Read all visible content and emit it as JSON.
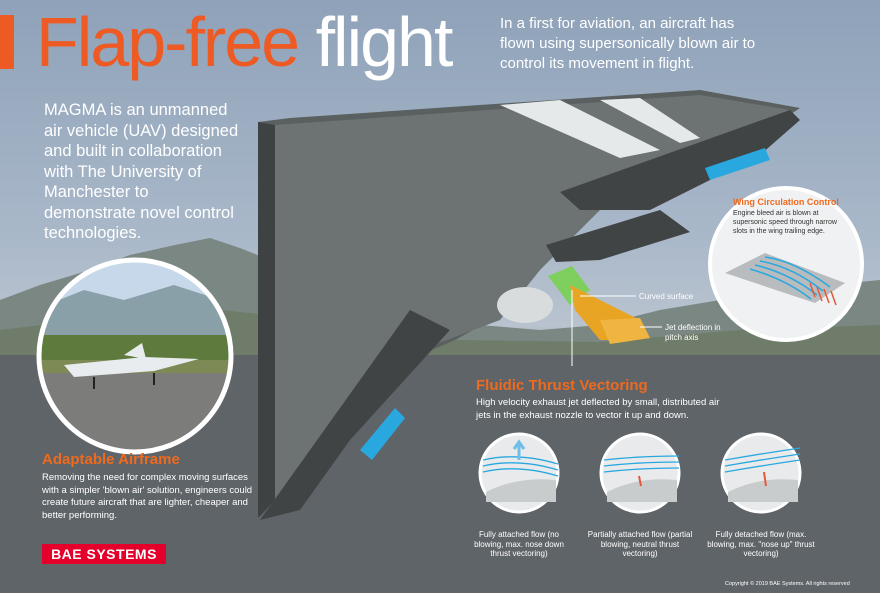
{
  "header": {
    "title_part1": "Flap-free",
    "title_part2": "flight",
    "intro": "In a first for aviation, an aircraft has flown using supersonically blown air to control its movement in flight."
  },
  "magma_text": "MAGMA is an unmanned air vehicle (UAV) designed and built in collaboration with The University of Manchester to demonstrate novel control technologies.",
  "adaptable": {
    "heading": "Adaptable Airframe",
    "body": "Removing the need for complex moving surfaces with a simpler 'blown air' solution, engineers could create future aircraft that are lighter, cheaper and better performing."
  },
  "wing_circulation": {
    "heading": "Wing Circulation Control",
    "body": "Engine bleed air is blown at supersonic speed through narrow slots in the wing trailing edge."
  },
  "callouts": {
    "curved_surface": "Curved surface",
    "jet_deflection": "Jet deflection in pitch axis"
  },
  "fluidic": {
    "heading": "Fluidic Thrust Vectoring",
    "body": "High velocity exhaust jet deflected by small, distributed air jets in the exhaust nozzle to vector it up and down.",
    "flows": [
      {
        "label": "Fully attached flow (no blowing, max. nose down thrust vectoring)"
      },
      {
        "label": "Partially attached flow (partial blowing, neutral thrust vectoring)"
      },
      {
        "label": "Fully detached flow (max. blowing, max. \"nose up\" thrust vectoring)"
      }
    ]
  },
  "logo": "BAE SYSTEMS",
  "copyright": "Copyright © 2019 BAE Systems. All rights reserved",
  "colors": {
    "accent": "#ee5a24",
    "brand_red": "#e4002b",
    "highlight_blue": "#29a8e0",
    "airframe": "#555a5b"
  }
}
